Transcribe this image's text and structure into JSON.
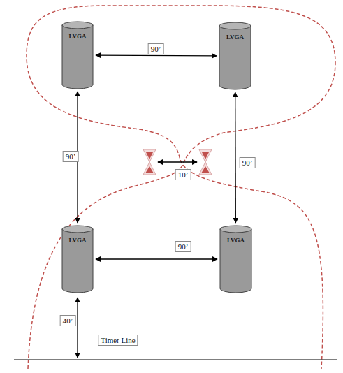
{
  "diagram": {
    "nodes": [
      {
        "text": [
          "LVGA"
        ]
      },
      {
        "text": [
          "LVGA"
        ]
      },
      {
        "text": [
          "LVGA"
        ]
      },
      {
        "text": [
          "LVGA"
        ]
      }
    ],
    "edges": [
      {
        "from": 0,
        "to": 1,
        "arrow": "both",
        "label": "90’"
      },
      {
        "from": 0,
        "to": 2,
        "arrow": "both",
        "label": "90’"
      },
      {
        "from": 1,
        "to": 3,
        "arrow": "both",
        "label": "90’"
      },
      {
        "from": 2,
        "to": 3,
        "arrow": "both",
        "label": "90’"
      }
    ],
    "labels": [
      "10’",
      "40’",
      "Timer Line"
    ]
  }
}
